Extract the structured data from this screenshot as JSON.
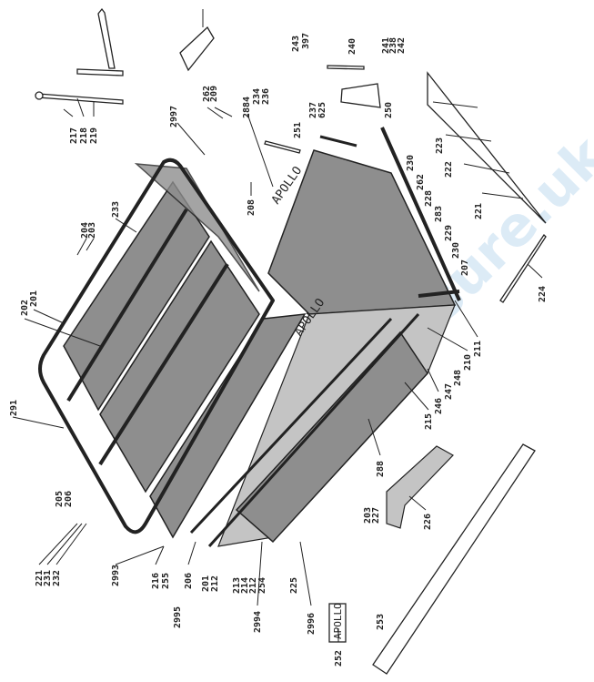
{
  "labels": {
    "l217": "217",
    "l218": "218",
    "l219": "219",
    "l262a": "262",
    "l209": "209",
    "l2997": "2997",
    "l2884": "2884",
    "l234": "234",
    "l236": "236",
    "l243": "243",
    "l397": "397",
    "l240": "240",
    "l241": "241",
    "l238": "238",
    "l242": "242",
    "l237": "237",
    "l625": "625",
    "l251": "251",
    "l250": "250",
    "l230a": "230",
    "l262b": "262",
    "l228": "228",
    "l283": "283",
    "l229": "229",
    "l230b": "230",
    "l207": "207",
    "l223": "223",
    "l222": "222",
    "l221a": "221",
    "l233": "233",
    "l204": "204",
    "l203a": "203",
    "l208": "208",
    "l201a": "201",
    "l202": "202",
    "l291": "291",
    "l211": "211",
    "l210": "210",
    "l248": "248",
    "l247": "247",
    "l246": "246",
    "l215": "215",
    "l224": "224",
    "l288": "288",
    "l226": "226",
    "l203b": "203",
    "l227": "227",
    "l205": "205",
    "l206a": "206",
    "l221b": "221",
    "l231": "231",
    "l232": "232",
    "l2993": "2993",
    "l216": "216",
    "l255": "255",
    "l2995": "2995",
    "l206b": "206",
    "l201b": "201",
    "l212a": "212",
    "l213": "213",
    "l214": "214",
    "l212b": "212",
    "l254": "254",
    "l2994": "2994",
    "l225": "225",
    "l2996": "2996",
    "l252": "252",
    "l253": "253"
  },
  "badges": {
    "apollo_plate": "APOLLO",
    "apollo_side_1": "APOLLO",
    "apollo_side_2": "APOLLO"
  },
  "watermark": "leisure.uk"
}
